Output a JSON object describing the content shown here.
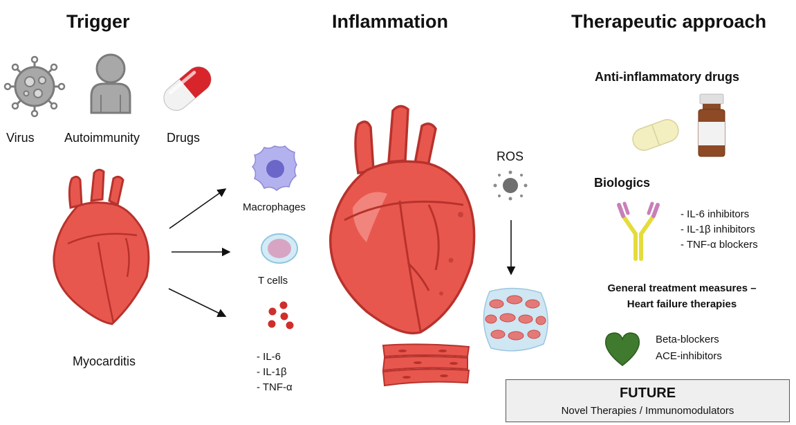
{
  "titles": {
    "trigger": "Trigger",
    "inflammation": "Inflammation",
    "therapeutic": "Therapeutic approach"
  },
  "trigger": {
    "items": [
      "Virus",
      "Autoimmunity",
      "Drugs"
    ],
    "result": "Myocarditis"
  },
  "inflammation": {
    "macrophages": "Macrophages",
    "t_cells": "T cells",
    "cytokines": [
      "- IL-6",
      "- IL-1β",
      "- TNF-α"
    ],
    "ros": "ROS"
  },
  "therapy": {
    "anti_inflammatory": "Anti-inflammatory drugs",
    "biologics": "Biologics",
    "biologics_items": [
      "- IL-6 inhibitors",
      "- IL-1β inhibitors",
      "- TNF-α blockers"
    ],
    "general_line1": "General treatment measures –",
    "general_line2": "Heart failure therapies",
    "hf_items": [
      "Beta-blockers",
      "ACE-inhibitors"
    ],
    "future_title": "FUTURE",
    "future_subtitle": "Novel Therapies / Immunomodulators"
  },
  "colors": {
    "heart": "#e8574e",
    "heart_dark": "#b7322c",
    "green_heart": "#3f7a2e",
    "macrophage": "#a9a6e8",
    "capsule_red": "#d8242b"
  }
}
